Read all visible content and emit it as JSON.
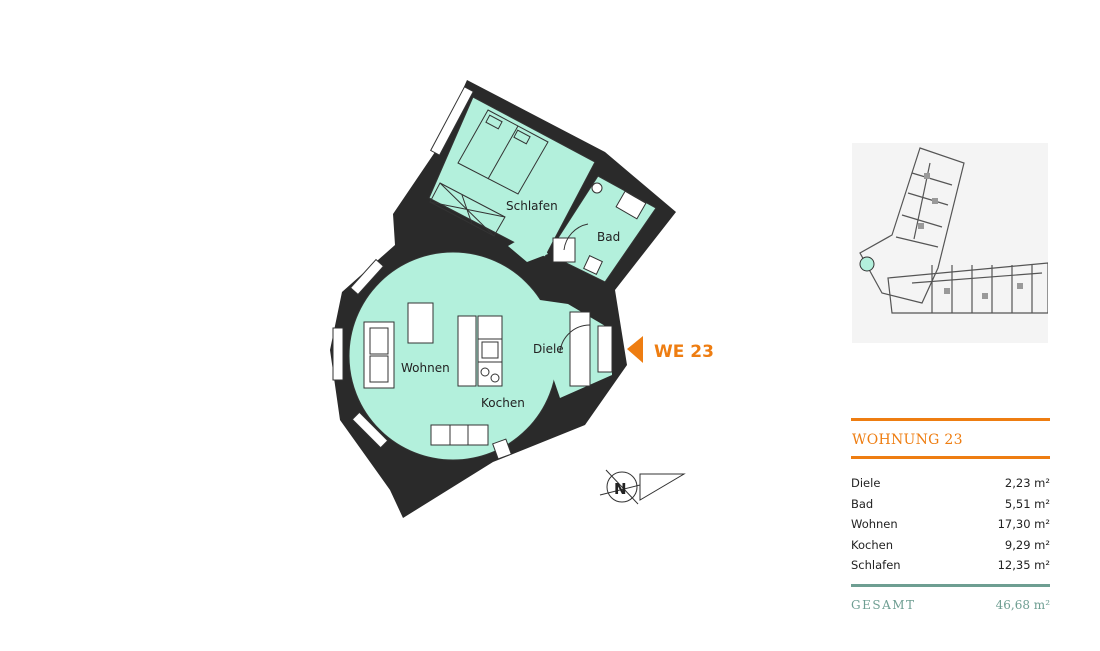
{
  "floor_plan": {
    "rooms": {
      "schlafen": "Schlafen",
      "bad": "Bad",
      "diele": "Diele",
      "wohnen": "Wohnen",
      "kochen": "Kochen"
    },
    "entry_label": "WE 23",
    "compass_letter": "N"
  },
  "info_panel": {
    "title": "WOHNUNG 23",
    "areas": [
      {
        "room": "Diele",
        "area": "2,23 m²"
      },
      {
        "room": "Bad",
        "area": "5,51 m²"
      },
      {
        "room": "Wohnen",
        "area": "17,30 m²"
      },
      {
        "room": "Kochen",
        "area": "9,29 m²"
      },
      {
        "room": "Schlafen",
        "area": "12,35 m²"
      }
    ],
    "total_label": "GESAMT",
    "total_area": "46,68 m²"
  },
  "colors": {
    "room_fill": "#b3f0dc",
    "wall": "#2a2a2a",
    "accent": "#ee7d11",
    "total": "#6e9e92"
  }
}
